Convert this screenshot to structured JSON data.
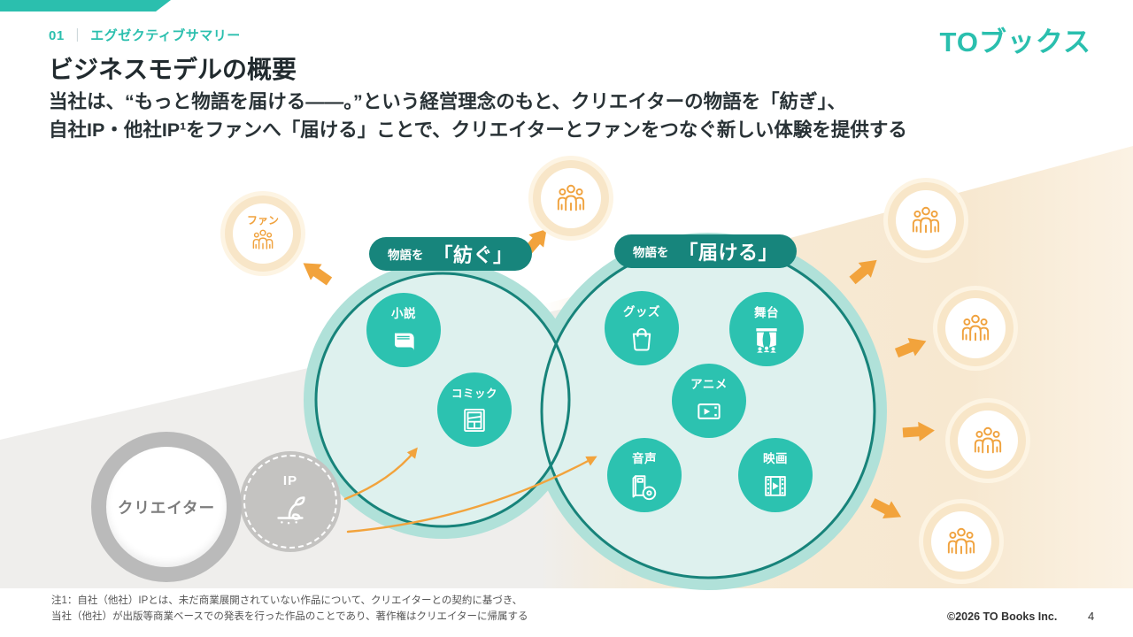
{
  "slide": {
    "kicker": {
      "number": "01",
      "divider": "｜",
      "label": "エグゼクティブサマリー"
    },
    "logo_text": "TOブックス",
    "title": "ビジネスモデルの概要",
    "lead_line1": "当社は、“もっと物語を届ける――。”という経営理念のもと、クリエイターの物語を「紡ぎ」、",
    "lead_line2": "自社IP・他社IP¹をファンへ「届ける」ことで、クリエイターとファンをつなぐ新しい体験を提供する"
  },
  "diagram": {
    "spin": {
      "tag": "物語を",
      "title": "「紡ぐ」",
      "items": [
        {
          "label": "小説",
          "icon": "book-icon"
        },
        {
          "label": "コミック",
          "icon": "comic-panel-icon"
        }
      ]
    },
    "deliver": {
      "tag": "物語を",
      "title": "「届ける」",
      "items": [
        {
          "label": "グッズ",
          "icon": "shopping-bag-icon"
        },
        {
          "label": "舞台",
          "icon": "stage-curtain-icon"
        },
        {
          "label": "アニメ",
          "icon": "tv-play-icon"
        },
        {
          "label": "音声",
          "icon": "audiobook-disc-icon"
        },
        {
          "label": "映画",
          "icon": "film-strip-icon"
        }
      ]
    },
    "creator_label": "クリエイター",
    "ip_label": "IP",
    "fan_label": "ファン"
  },
  "footer": {
    "note_line1": "注1：自社（他社）IPとは、未だ商業展開されていない作品について、クリエイターとの契約に基づき、",
    "note_line2": "当社（他社）が出版等商業ベースでの発表を行った作品のことであり、著作権はクリエイターに帰属する",
    "copyright": "©2026  TO Books Inc.",
    "page_number": "4"
  },
  "colors": {
    "brand_teal": "#2bbfae",
    "dark_teal": "#17857c",
    "mint_fill": "#def1ee",
    "halo_teal": "#b0e1d9",
    "orange": "#f2a33c",
    "cream": "#f7ead5",
    "gray_wedge": "#efeeec",
    "node_teal": "#2cc2b0"
  }
}
